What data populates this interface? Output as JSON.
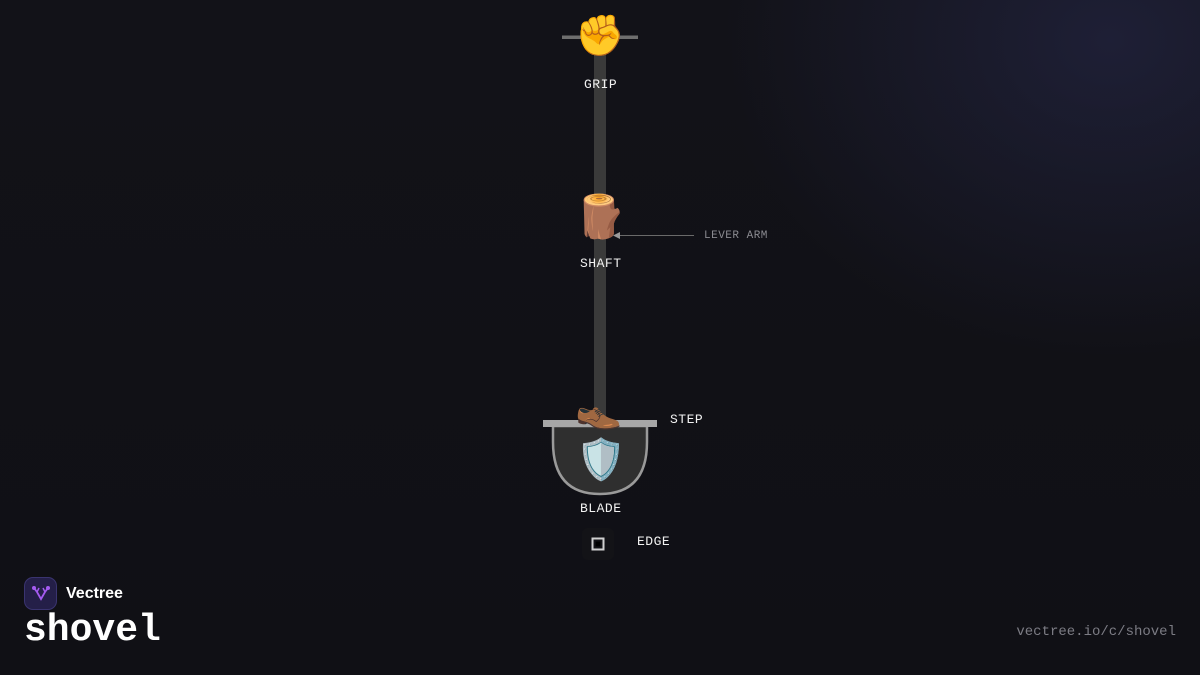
{
  "diagram": {
    "nodes": {
      "grip": {
        "label": "GRIP",
        "icon": "fist-icon",
        "glyph": "✊"
      },
      "shaft": {
        "label": "SHAFT",
        "icon": "wood-log-icon",
        "glyph": "🪵"
      },
      "step": {
        "label": "STEP",
        "icon": "shoe-icon",
        "glyph": "👞"
      },
      "blade": {
        "label": "BLADE",
        "icon": "shield-icon",
        "glyph": "🛡️"
      },
      "edge": {
        "label": "EDGE",
        "icon": "square-icon"
      }
    },
    "annotations": {
      "lever_arm": "LEVER ARM"
    },
    "colors": {
      "shaft": "#3a3a3a",
      "crossbar": "#6e6e6e",
      "step_plate": "#a7a7a7",
      "blade_fill": "#2f2f2f",
      "blade_outline": "#9a9a9a"
    }
  },
  "branding": {
    "name": "Vectree",
    "title": "shovel",
    "url": "vectree.io/c/shovel",
    "logo_color": "#a45bf0"
  }
}
